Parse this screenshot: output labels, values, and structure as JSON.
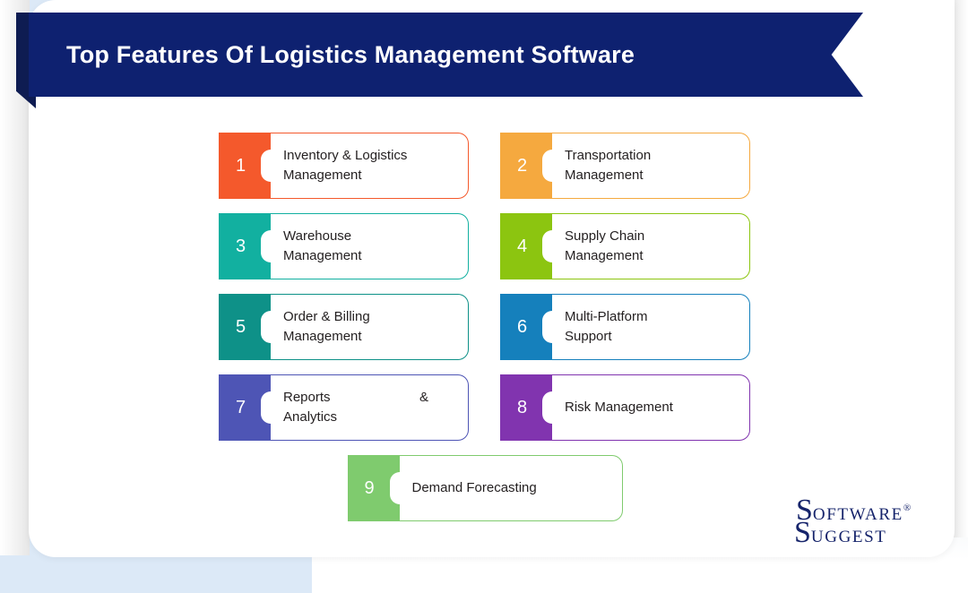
{
  "header": {
    "title": "Top Features Of Logistics Management Software",
    "banner_color": "#0e2170",
    "title_color": "#ffffff"
  },
  "background": {
    "page_color": "#dce9f7",
    "card_color": "#ffffff"
  },
  "features": [
    {
      "number": "1",
      "label": "Inventory & Logistics Management",
      "line1": "Inventory & Logistics",
      "line2": "Management",
      "color": "#f4592c"
    },
    {
      "number": "2",
      "label": "Transportation Management",
      "line1": "Transportation",
      "line2": "Management",
      "color": "#f5a93f"
    },
    {
      "number": "3",
      "label": "Warehouse Management",
      "line1": "Warehouse",
      "line2": "Management",
      "color": "#12b0a0"
    },
    {
      "number": "4",
      "label": "Supply Chain Management",
      "line1": "Supply Chain",
      "line2": "Management",
      "color": "#8cc510"
    },
    {
      "number": "5",
      "label": "Order & Billing Management",
      "line1": "Order & Billing",
      "line2": "Management",
      "color": "#0e9188"
    },
    {
      "number": "6",
      "label": "Multi-Platform Support",
      "line1": "Multi-Platform",
      "line2": "Support",
      "color": "#1580bc"
    },
    {
      "number": "7",
      "label": "Reports & Analytics",
      "line1": "Reports",
      "line1b": "&",
      "line2": "Analytics",
      "color": "#4e55b5"
    },
    {
      "number": "8",
      "label": "Risk Management",
      "line1": "Risk Management",
      "line2": "",
      "color": "#8134af"
    },
    {
      "number": "9",
      "label": "Demand Forecasting",
      "line1": "Demand Forecasting",
      "line2": "",
      "color": "#7fcb6e"
    }
  ],
  "logo": {
    "word1_initial": "S",
    "word1_rest": "oftware",
    "registered": "®",
    "word2_initial": "S",
    "word2_rest": "uggest",
    "color": "#16246b"
  }
}
